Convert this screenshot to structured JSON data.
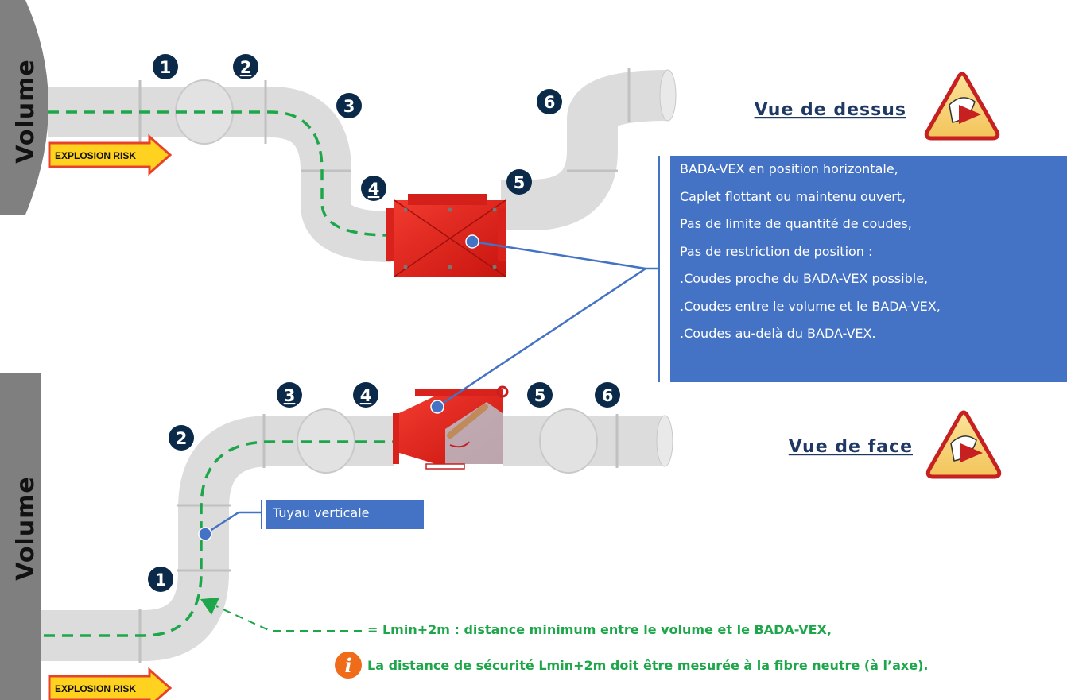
{
  "top_view": {
    "volume_label": "Volume",
    "explosion_label": "EXPLOSION RISK",
    "title": "Vue de dessus",
    "numbers": [
      "1",
      "2",
      "3",
      "4",
      "5",
      "6"
    ]
  },
  "front_view": {
    "volume_label": "Volume",
    "explosion_label": "EXPLOSION RISK",
    "title": "Vue de face",
    "numbers": [
      "1",
      "2",
      "3",
      "4",
      "5",
      "6"
    ],
    "pipe_label": "Tuyau verticale"
  },
  "info_box": {
    "lines": [
      "BADA-VEX en position horizontale,",
      "Caplet flottant ou maintenu ouvert,",
      "Pas de limite de quantité de coudes,",
      "Pas de restriction de position :",
      ".Coudes proche du BADA-VEX possible,",
      ".Coudes entre le volume et le BADA-VEX,",
      ".Coudes  au-delà du BADA-VEX."
    ]
  },
  "notes": {
    "distance": "= Lmin+2m : distance minimum entre le volume et le BADA-VEX,",
    "safety": "La distance de sécurité Lmin+2m doit être mesurée à la fibre neutre (à l’axe)."
  },
  "icons": {
    "eye_warning": "eye-warning-triangle-icon",
    "info": "info-icon"
  },
  "colors": {
    "pipe": "#dcdcdc",
    "pipe_edge": "#c4c4c4",
    "dashed_path": "#1ea64a",
    "valve": "#e3231f",
    "box": "#4472c4",
    "badge": "#0b2a4a",
    "title": "#1f3864",
    "arrow_fill": "#ffd21f",
    "arrow_stroke": "#e8422b"
  }
}
